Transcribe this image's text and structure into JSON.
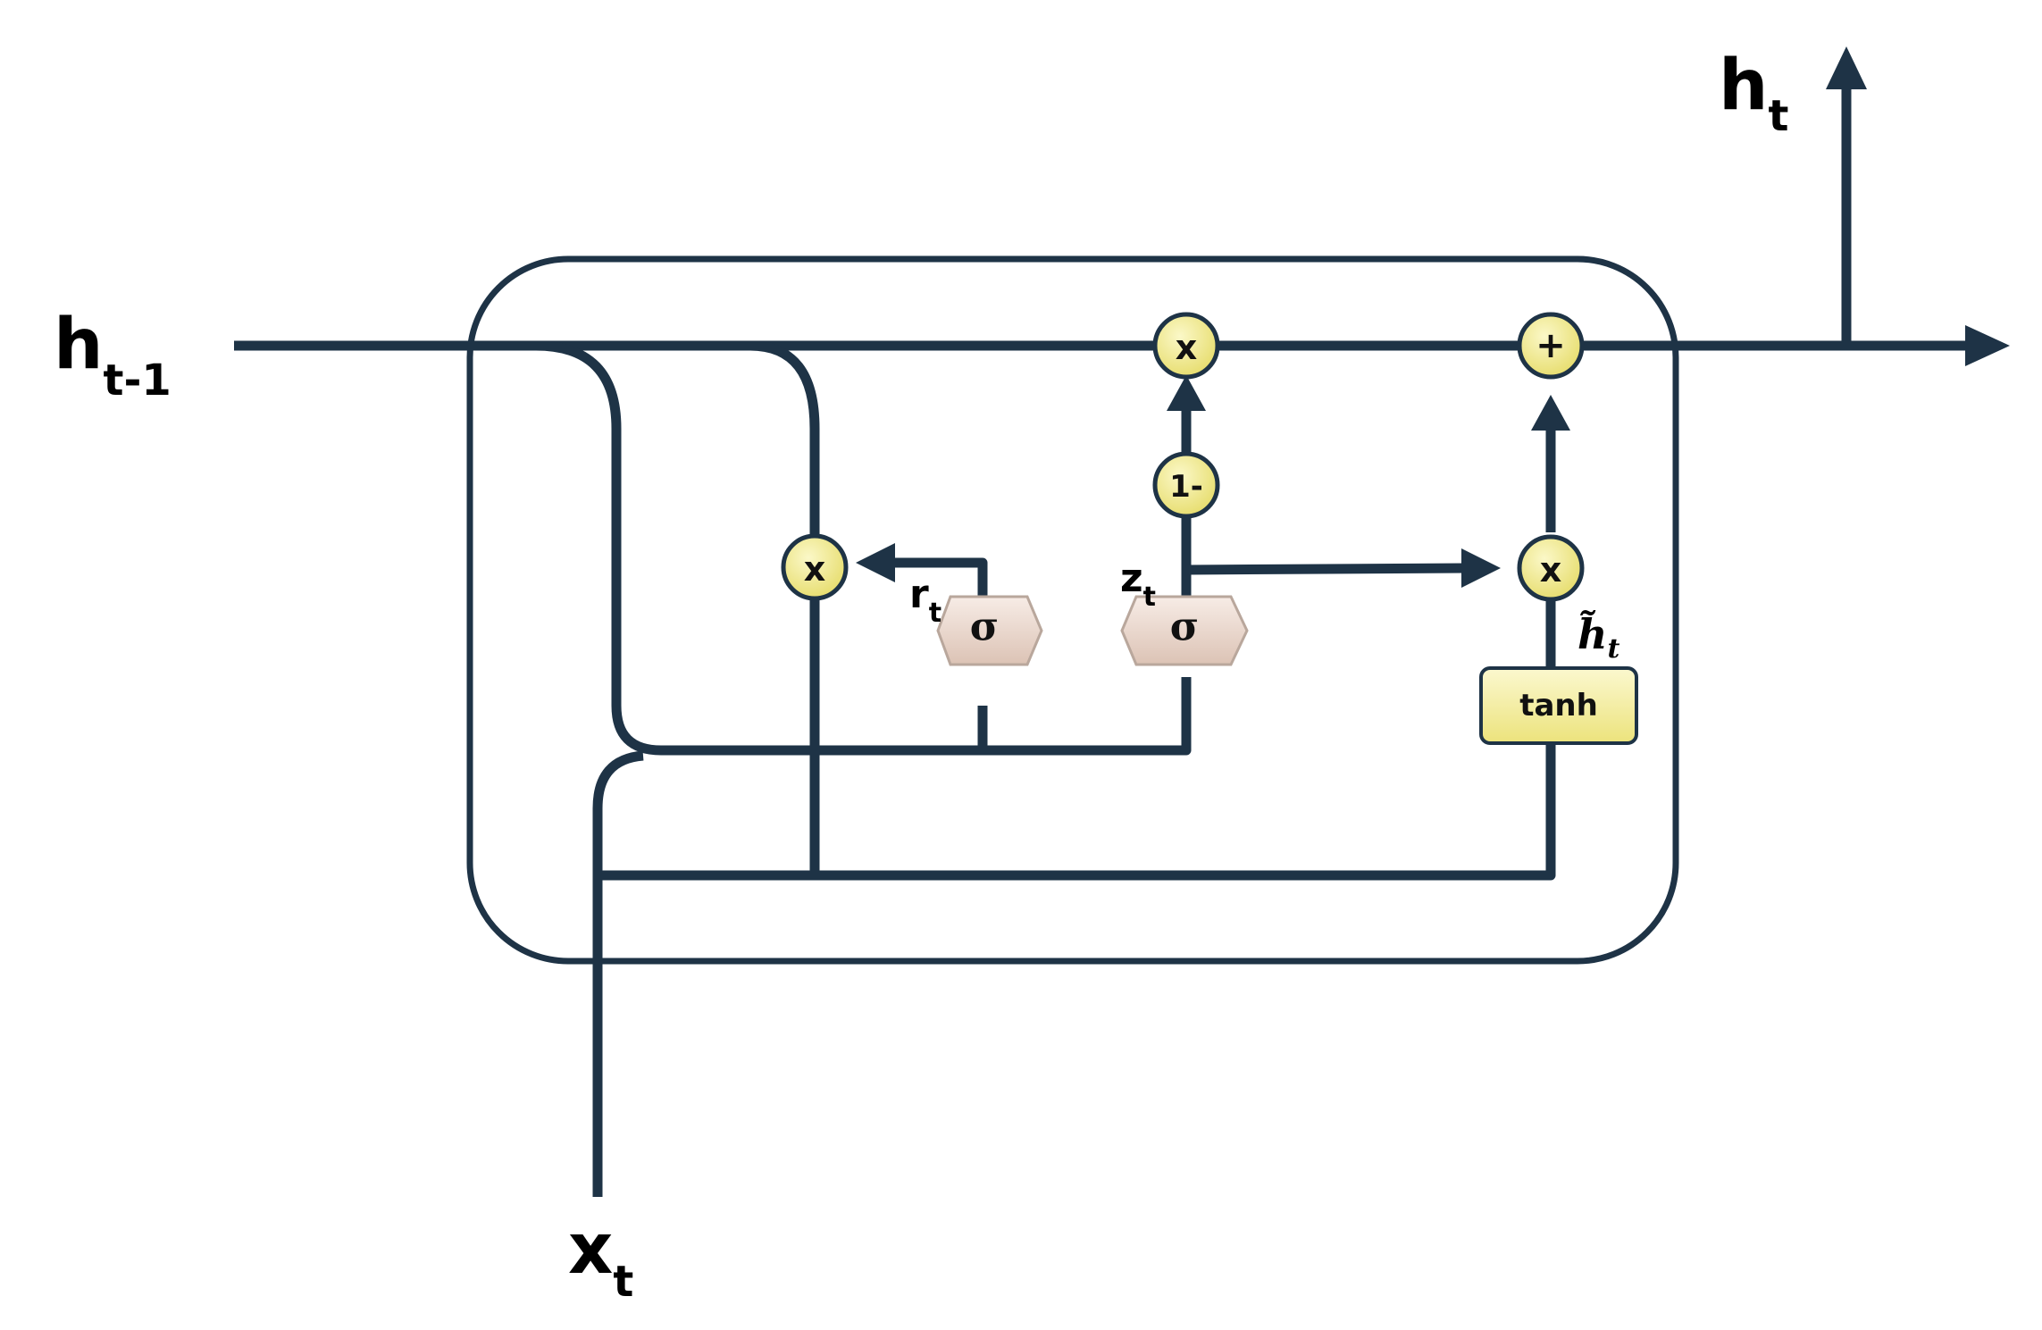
{
  "labels": {
    "h_prev_main": "h",
    "h_prev_sub": "t-1",
    "h_out_main": "h",
    "h_out_sub": "t",
    "x_in_main": "x",
    "x_in_sub": "t",
    "r_gate_main": "r",
    "r_gate_sub": "t",
    "z_gate_main": "z",
    "z_gate_sub": "t",
    "h_tilde_main": "h̃",
    "h_tilde_sub": "t"
  },
  "operators": {
    "reset_multiply": "x",
    "keep_multiply": "x",
    "one_minus": "1-",
    "update_multiply": "x",
    "add": "+"
  },
  "activations": {
    "reset_sigma": "σ",
    "update_sigma": "σ",
    "candidate": "tanh"
  },
  "colors": {
    "wire": "#1e3346",
    "operator_fill": "#f3ee9a",
    "sigma_fill": "#ead6cc",
    "tanh_fill": "#f4ef9f"
  }
}
